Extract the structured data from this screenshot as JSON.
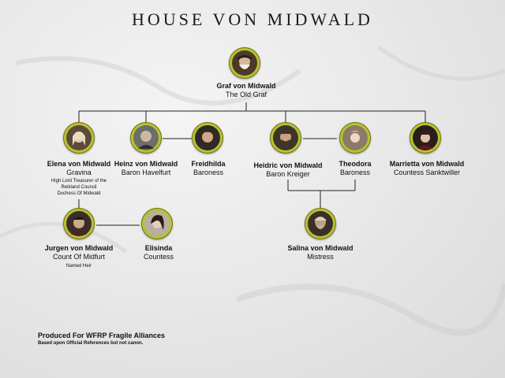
{
  "title": "HOUSE VON MIDWALD",
  "members": {
    "graf": {
      "name": "Graf von Midwald",
      "role": "The Old Graf"
    },
    "elena": {
      "name": "Elena von Midwald",
      "role": "Gravina",
      "note1": "High Lord Treasurer of the",
      "note2": "Reikland Council",
      "note3": "Duchess Of Midwald"
    },
    "heinz": {
      "name": "Heinz von Midwald",
      "role": "Baron Havelfurt"
    },
    "freidhilda": {
      "name": "Freidhilda",
      "role": "Baroness"
    },
    "heidric": {
      "name": "Heidric von Midwald",
      "role": "Baron Kreiger"
    },
    "theodora": {
      "name": "Theodora",
      "role": "Baroness"
    },
    "marrietta": {
      "name": "Marrietta von Midwald",
      "role": "Countess Sanktwiller"
    },
    "jurgen": {
      "name": "Jurgen von Midwald",
      "role": "Count Of Midfurt",
      "note": "Named Heir"
    },
    "elisinda": {
      "name": "Elisinda",
      "role": "Countess"
    },
    "salina": {
      "name": "Salina von Midwald",
      "role": "Mistress"
    }
  },
  "footer": {
    "line1": "Produced For WFRP Fragile Alliances",
    "line2": "Based upon Official References but not canon."
  },
  "colors": {
    "frame": "#b9c22e",
    "line": "#222222"
  }
}
